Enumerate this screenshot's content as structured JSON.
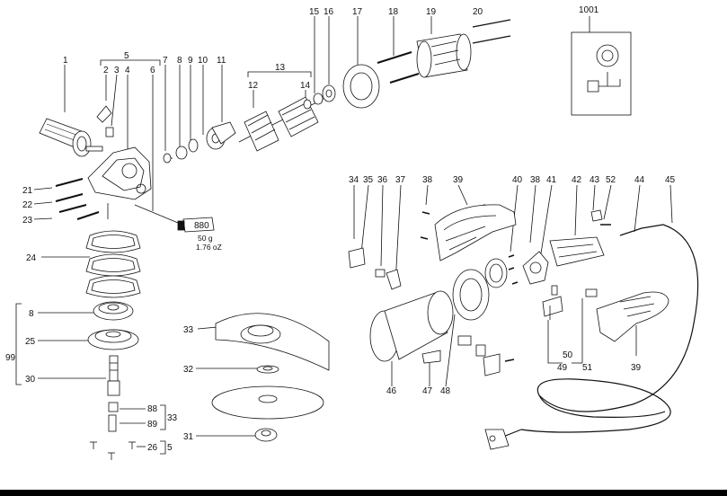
{
  "labels": {
    "l1": "1",
    "l2": "2",
    "l3": "3",
    "l4": "4",
    "l5": "5",
    "l6": "6",
    "l7": "7",
    "l8": "8",
    "l9": "9",
    "l10": "10",
    "l11": "11",
    "l12": "12",
    "l13": "13",
    "l14": "14",
    "l15": "15",
    "l16": "16",
    "l17": "17",
    "l18": "18",
    "l19": "19",
    "l20": "20",
    "l21": "21",
    "l22": "22",
    "l23": "23",
    "l24": "24",
    "l25": "25",
    "l26": "26",
    "l30": "30",
    "l31": "31",
    "l32": "32",
    "l33": "33",
    "l34": "34",
    "l35": "35",
    "l36": "36",
    "l37": "37",
    "l38a": "38",
    "l38b": "38",
    "l39a": "39",
    "l39b": "39",
    "l40": "40",
    "l41": "41",
    "l42": "42",
    "l43": "43",
    "l44": "44",
    "l45": "45",
    "l46": "46",
    "l47": "47",
    "l48": "48",
    "l49": "49",
    "l50": "50",
    "l51": "51",
    "l52": "52",
    "l88": "88",
    "l89": "89",
    "l99": "99",
    "l1001": "1001",
    "l8b": "8",
    "l33b": "33",
    "l5b": "5"
  },
  "grease": {
    "tube_label": "880",
    "weight_g": "50 g",
    "weight_oz": "1.76 oZ"
  }
}
